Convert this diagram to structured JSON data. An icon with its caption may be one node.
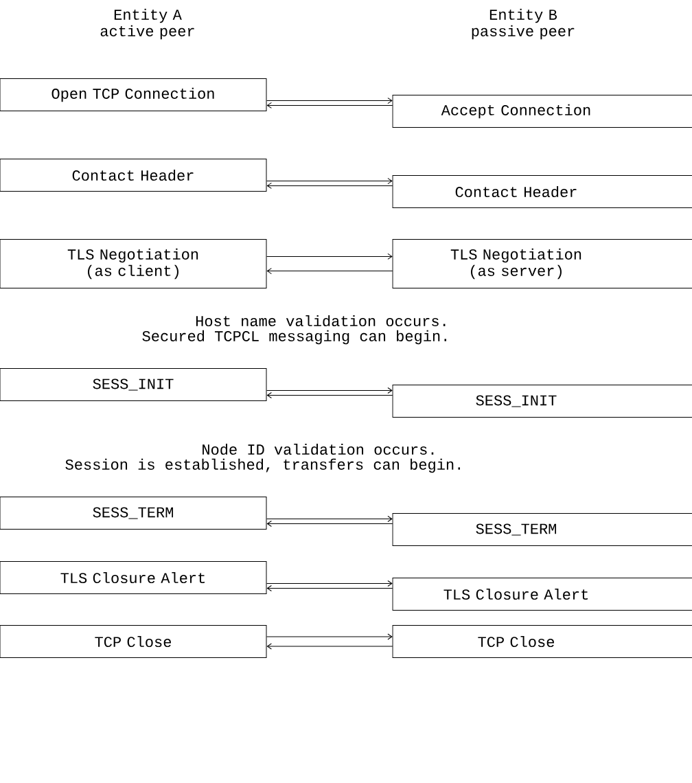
{
  "diagram": {
    "nodes": [
      {
        "text": [
          "Open TCP Connection"
        ]
      },
      {
        "text": [
          "Accept Connection"
        ]
      },
      {
        "text": [
          "Contact Header"
        ]
      },
      {
        "text": [
          "Contact Header"
        ]
      },
      {
        "text": [
          "TLS Negotiation (as client)"
        ]
      },
      {
        "text": [
          "TLS Negotiation (as server)"
        ]
      },
      {
        "text": [
          "SESS_INIT"
        ]
      },
      {
        "text": [
          "SESS_INIT"
        ]
      },
      {
        "text": [
          "SESS_TERM"
        ]
      },
      {
        "text": [
          "SESS_TERM"
        ]
      },
      {
        "text": [
          "TLS Closure Alert"
        ]
      },
      {
        "text": [
          "TLS Closure Alert"
        ]
      },
      {
        "text": [
          "TCP Close"
        ]
      },
      {
        "text": [
          "TCP Close"
        ]
      }
    ],
    "edges": [
      {
        "from": 0,
        "to": 1,
        "arrow": "to"
      },
      {
        "from": 1,
        "to": 0,
        "arrow": "to"
      },
      {
        "from": 2,
        "to": 3,
        "arrow": "to"
      },
      {
        "from": 3,
        "to": 2,
        "arrow": "to"
      },
      {
        "from": 4,
        "to": 5,
        "arrow": "to"
      },
      {
        "from": 5,
        "to": 4,
        "arrow": "to"
      },
      {
        "from": 6,
        "to": 7,
        "arrow": "to"
      },
      {
        "from": 7,
        "to": 6,
        "arrow": "to"
      },
      {
        "from": 8,
        "to": 9,
        "arrow": "to"
      },
      {
        "from": 9,
        "to": 8,
        "arrow": "to"
      },
      {
        "from": 10,
        "to": 11,
        "arrow": "to"
      },
      {
        "from": 11,
        "to": 10,
        "arrow": "to"
      },
      {
        "from": 12,
        "to": 13,
        "arrow": "to"
      },
      {
        "from": 13,
        "to": 12,
        "arrow": "to"
      }
    ],
    "labels": [
      "Entity A active peer",
      "Entity B passive peer",
      "Host name validation occurs.",
      "Secured TCPCL messaging can begin.",
      "Node ID validation occurs.",
      "Session is established, transfers can begin."
    ]
  }
}
